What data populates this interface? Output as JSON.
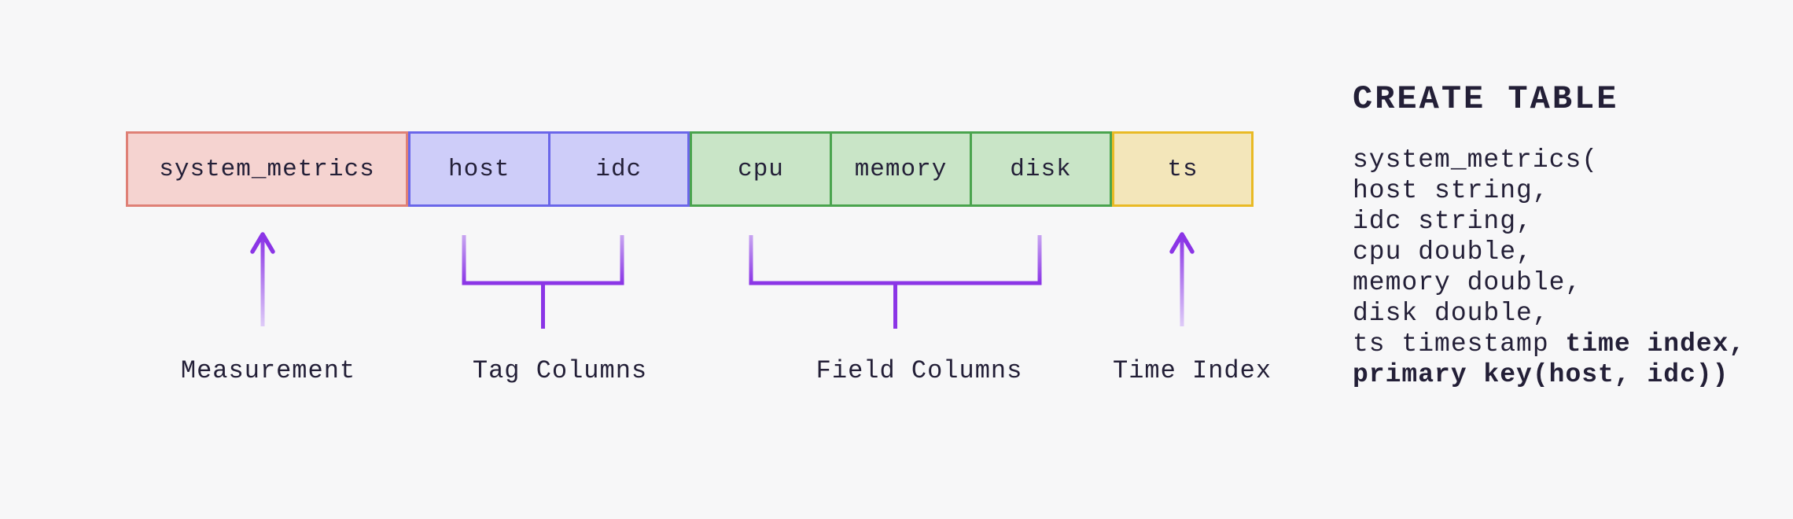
{
  "colors": {
    "background": "#f7f7f8",
    "ink": "#231f37",
    "accent_purple": "#8b35e6",
    "accent_purple_light": "#dfcdf8",
    "bracket_top_fade": "#c9a7f1",
    "measurement_fill": "#f5d3d0",
    "measurement_border": "#df8076",
    "tag_fill": "#cecdf9",
    "tag_border": "#6a66e9",
    "field_fill": "#c9e5c7",
    "field_border": "#4aa44e",
    "time_fill": "#f3e6ba",
    "time_border": "#e9ba25"
  },
  "table_row": {
    "measurement_group": {
      "cells": [
        {
          "label": "system_metrics"
        }
      ]
    },
    "tag_group": {
      "cells": [
        {
          "label": "host"
        },
        {
          "label": "idc"
        }
      ]
    },
    "field_group": {
      "cells": [
        {
          "label": "cpu"
        },
        {
          "label": "memory"
        },
        {
          "label": "disk"
        }
      ]
    },
    "time_group": {
      "cells": [
        {
          "label": "ts"
        }
      ]
    }
  },
  "annotations": {
    "measurement_label": "Measurement",
    "tag_label": "Tag Columns",
    "field_label": "Field Columns",
    "time_label": "Time Index"
  },
  "sql": {
    "title": "CREATE TABLE",
    "lines": [
      {
        "text": "system_metrics("
      },
      {
        "text": "host string,"
      },
      {
        "text": "idc string,"
      },
      {
        "text": "cpu double,"
      },
      {
        "text": "memory double,"
      },
      {
        "text": "disk double,"
      },
      {
        "text": "ts timestamp ",
        "bold": "time index,"
      },
      {
        "bold": "primary key(host, idc))"
      }
    ]
  }
}
